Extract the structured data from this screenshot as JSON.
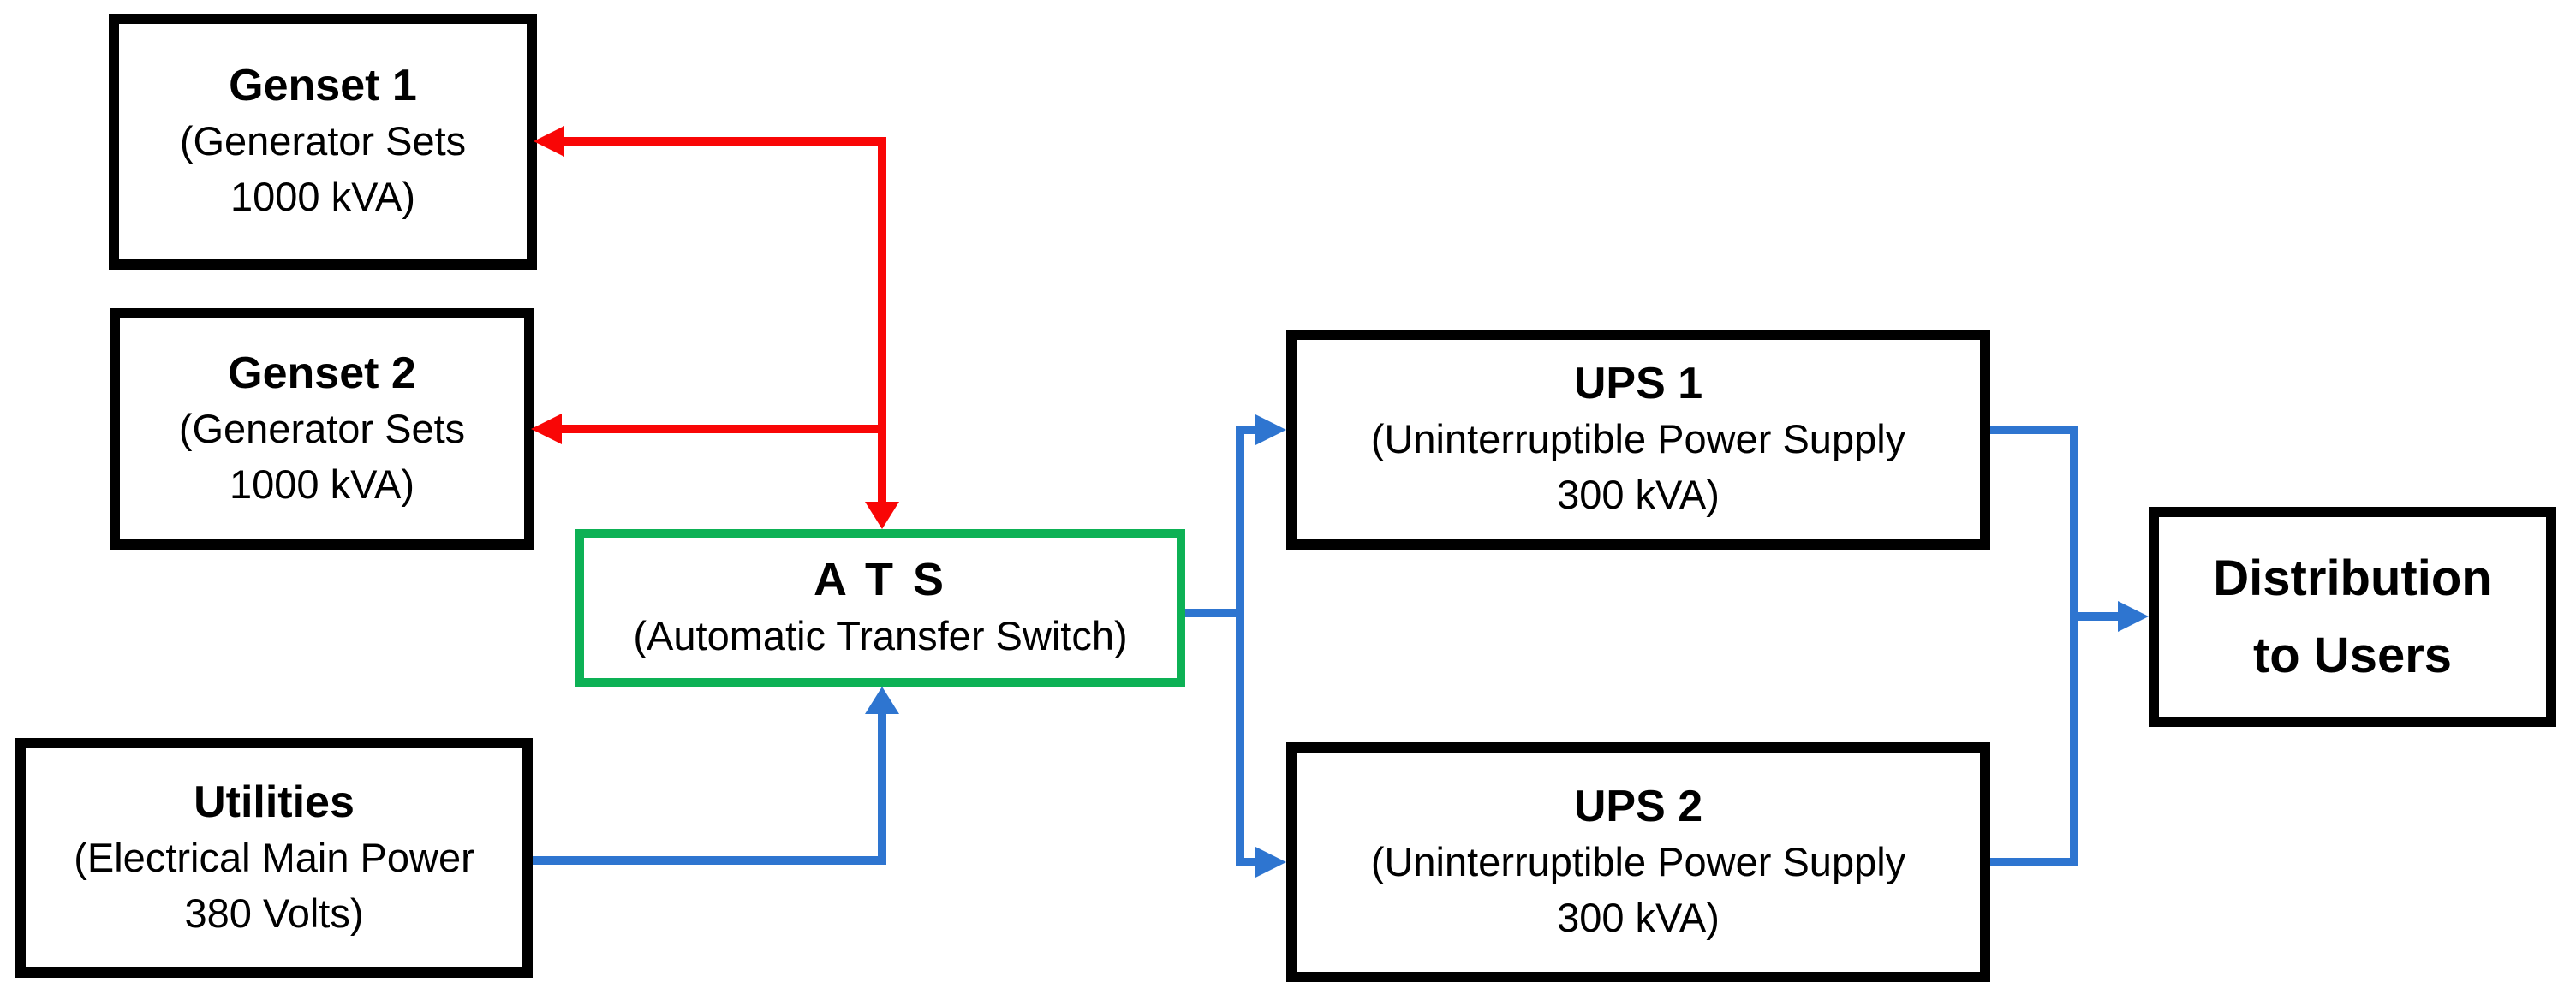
{
  "colors": {
    "red": "#f90606",
    "blue": "#2e75d0",
    "green": "#0db155",
    "black": "#000000",
    "background": "#ffffff"
  },
  "nodes": {
    "genset1": {
      "title": "Genset 1",
      "line1": "(Generator Sets",
      "line2": "1000 kVA)"
    },
    "genset2": {
      "title": "Genset 2",
      "line1": "(Generator Sets",
      "line2": "1000 kVA)"
    },
    "utilities": {
      "title": "Utilities",
      "line1": "(Electrical Main Power",
      "line2": "380 Volts)"
    },
    "ats": {
      "title": "A T S",
      "subtitle": "(Automatic Transfer Switch)"
    },
    "ups1": {
      "title": "UPS 1",
      "line1": "(Uninterruptible Power Supply",
      "line2": "300 kVA)"
    },
    "ups2": {
      "title": "UPS 2",
      "line1": "(Uninterruptible Power Supply",
      "line2": "300 kVA)"
    },
    "distribution": {
      "line1": "Distribution",
      "line2": "to Users"
    }
  },
  "connections": [
    {
      "id": "ats-genset1",
      "nodes": [
        "ats",
        "genset1"
      ],
      "color": "red",
      "arrowheads": [
        "genset1"
      ]
    },
    {
      "id": "ats-genset2",
      "nodes": [
        "ats",
        "genset2"
      ],
      "color": "red",
      "arrowheads": [
        "genset2"
      ]
    },
    {
      "id": "red-into-ats",
      "nodes": [
        "genset1",
        "genset2",
        "ats"
      ],
      "color": "red",
      "arrowheads": [
        "ats"
      ]
    },
    {
      "id": "utilities-ats",
      "nodes": [
        "utilities",
        "ats"
      ],
      "color": "blue",
      "arrowheads": [
        "ats"
      ]
    },
    {
      "id": "ats-ups1",
      "nodes": [
        "ats",
        "ups1"
      ],
      "color": "blue",
      "arrowheads": [
        "ups1"
      ]
    },
    {
      "id": "ats-ups2",
      "nodes": [
        "ats",
        "ups2"
      ],
      "color": "blue",
      "arrowheads": [
        "ups2"
      ]
    },
    {
      "id": "ups-distribution",
      "nodes": [
        "ups1",
        "ups2",
        "distribution"
      ],
      "color": "blue",
      "arrowheads": [
        "distribution"
      ]
    }
  ]
}
